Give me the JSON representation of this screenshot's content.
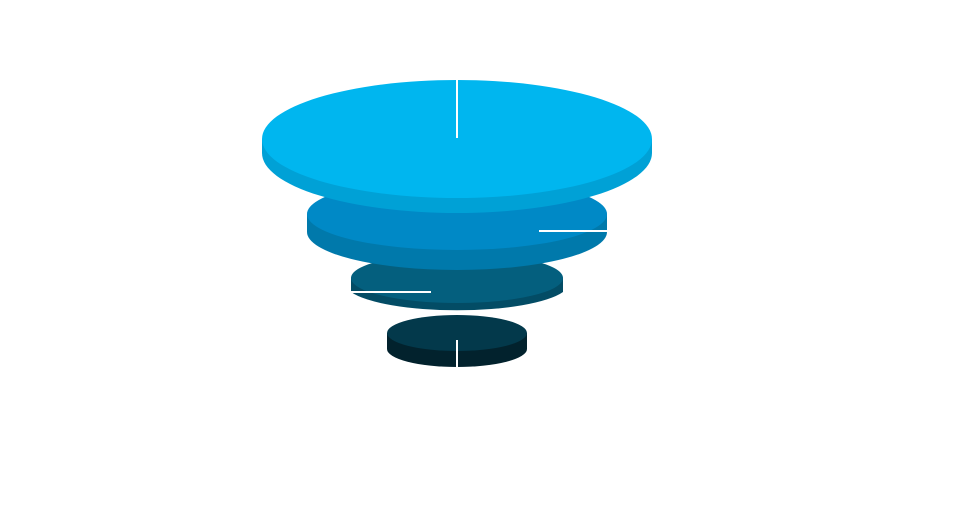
{
  "diagram": {
    "type": "funnel",
    "style": "stacked-3d-discs",
    "background": "#ffffff",
    "connector_color": "#ffffff",
    "tiers": [
      {
        "level": 1,
        "top_color": "#00b6ef",
        "side_color": "#00a1d6",
        "connector": "vertical-top"
      },
      {
        "level": 2,
        "top_color": "#0089c6",
        "side_color": "#0079ab",
        "connector": "horizontal-right"
      },
      {
        "level": 3,
        "top_color": "#045f7e",
        "side_color": "#034c65",
        "connector": "horizontal-left"
      },
      {
        "level": 4,
        "top_color": "#03394b",
        "side_color": "#02222d",
        "connector": "vertical-bottom"
      }
    ]
  }
}
